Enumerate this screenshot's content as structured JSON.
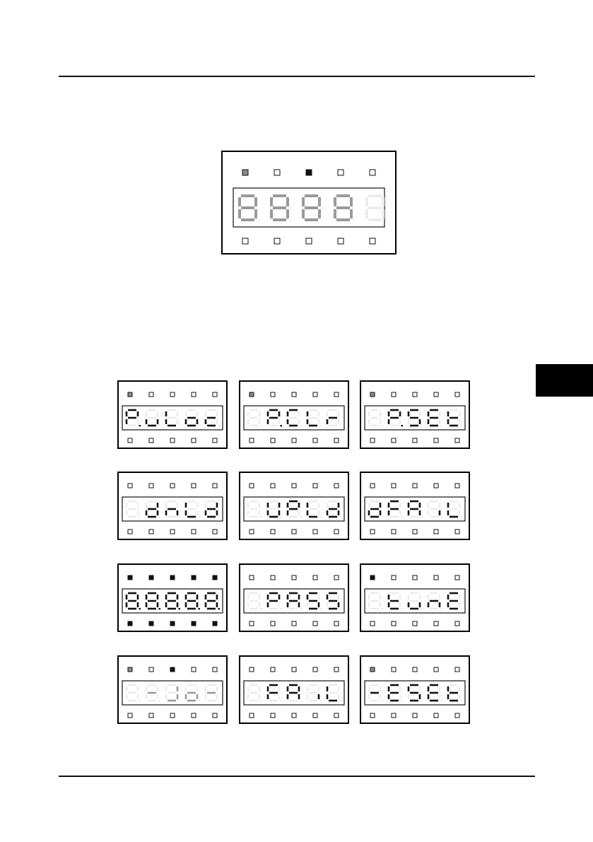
{
  "colors": {
    "led_off": "#ffffff",
    "led_on": "#111111",
    "led_dim": "#8a8a8a",
    "seg_on": "#111111",
    "seg_dim": "#9a9a9a",
    "seg_ghost": "#ececec"
  },
  "main_display": {
    "top_leds": [
      "dim",
      "off",
      "on",
      "off",
      "off"
    ],
    "bottom_leds": [
      "off",
      "off",
      "off",
      "off",
      "off"
    ],
    "digits": [
      {
        "char": "8",
        "level": "dim"
      },
      {
        "char": "8",
        "level": "dim"
      },
      {
        "char": "8",
        "level": "dim"
      },
      {
        "char": "8",
        "level": "dim"
      },
      {
        "char": "8",
        "level": "ghost"
      }
    ]
  },
  "displays": [
    {
      "top_leds": [
        "dim",
        "off",
        "off",
        "off",
        "off"
      ],
      "bottom_leds": [
        "off",
        "off",
        "off",
        "off",
        "off"
      ],
      "digits": [
        {
          "char": "P",
          "dp": true
        },
        {
          "char": "u"
        },
        {
          "char": "L"
        },
        {
          "char": "o"
        },
        {
          "char": "c"
        }
      ]
    },
    {
      "top_leds": [
        "dim",
        "off",
        "off",
        "off",
        "off"
      ],
      "bottom_leds": [
        "off",
        "off",
        "off",
        "off",
        "off"
      ],
      "digits": [
        {
          "char": " "
        },
        {
          "char": "P",
          "dp": true
        },
        {
          "char": "C"
        },
        {
          "char": "L"
        },
        {
          "char": "r"
        }
      ]
    },
    {
      "top_leds": [
        "dim",
        "off",
        "off",
        "off",
        "off"
      ],
      "bottom_leds": [
        "off",
        "off",
        "off",
        "off",
        "off"
      ],
      "digits": [
        {
          "char": " "
        },
        {
          "char": "P",
          "dp": true
        },
        {
          "char": "S"
        },
        {
          "char": "E"
        },
        {
          "char": "t"
        }
      ]
    },
    {
      "top_leds": [
        "off",
        "off",
        "off",
        "off",
        "off"
      ],
      "bottom_leds": [
        "off",
        "off",
        "off",
        "off",
        "off"
      ],
      "digits": [
        {
          "char": " "
        },
        {
          "char": "d"
        },
        {
          "char": "n"
        },
        {
          "char": "L"
        },
        {
          "char": "d"
        }
      ]
    },
    {
      "top_leds": [
        "off",
        "off",
        "off",
        "off",
        "off"
      ],
      "bottom_leds": [
        "off",
        "off",
        "off",
        "off",
        "off"
      ],
      "digits": [
        {
          "char": " "
        },
        {
          "char": "U"
        },
        {
          "char": "P"
        },
        {
          "char": "L"
        },
        {
          "char": "d"
        }
      ]
    },
    {
      "top_leds": [
        "off",
        "off",
        "off",
        "off",
        "off"
      ],
      "bottom_leds": [
        "off",
        "off",
        "off",
        "off",
        "off"
      ],
      "digits": [
        {
          "char": "d"
        },
        {
          "char": "F"
        },
        {
          "char": "A"
        },
        {
          "char": "i"
        },
        {
          "char": "L"
        }
      ]
    },
    {
      "top_leds": [
        "on",
        "on",
        "on",
        "on",
        "on"
      ],
      "bottom_leds": [
        "on",
        "on",
        "on",
        "on",
        "on"
      ],
      "digits": [
        {
          "char": "8",
          "dp": true
        },
        {
          "char": "8",
          "dp": true
        },
        {
          "char": "8",
          "dp": true
        },
        {
          "char": "8",
          "dp": true
        },
        {
          "char": "8",
          "dp": true
        }
      ]
    },
    {
      "top_leds": [
        "off",
        "off",
        "off",
        "off",
        "off"
      ],
      "bottom_leds": [
        "off",
        "off",
        "off",
        "off",
        "off"
      ],
      "digits": [
        {
          "char": " "
        },
        {
          "char": "P"
        },
        {
          "char": "A"
        },
        {
          "char": "S"
        },
        {
          "char": "S"
        }
      ]
    },
    {
      "top_leds": [
        "on",
        "off",
        "off",
        "off",
        "off"
      ],
      "bottom_leds": [
        "off",
        "off",
        "off",
        "off",
        "off"
      ],
      "digits": [
        {
          "char": " "
        },
        {
          "char": "t"
        },
        {
          "char": "u"
        },
        {
          "char": "n"
        },
        {
          "char": "E"
        }
      ]
    },
    {
      "top_leds": [
        "dim",
        "off",
        "on",
        "off",
        "off"
      ],
      "bottom_leds": [
        "off",
        "off",
        "off",
        "off",
        "off"
      ],
      "digits": [
        {
          "char": " "
        },
        {
          "char": "-",
          "level": "dim"
        },
        {
          "char": "1_",
          "level": "dim"
        },
        {
          "char": "o_",
          "level": "dim"
        },
        {
          "char": "-",
          "level": "dim"
        }
      ]
    },
    {
      "top_leds": [
        "off",
        "off",
        "off",
        "off",
        "off"
      ],
      "bottom_leds": [
        "off",
        "off",
        "off",
        "off",
        "off"
      ],
      "digits": [
        {
          "char": " "
        },
        {
          "char": "F"
        },
        {
          "char": "A"
        },
        {
          "char": "i"
        },
        {
          "char": "L"
        }
      ]
    },
    {
      "top_leds": [
        "dim",
        "off",
        "off",
        "off",
        "off"
      ],
      "bottom_leds": [
        "off",
        "off",
        "off",
        "off",
        "off"
      ],
      "digits": [
        {
          "char": "-"
        },
        {
          "char": "E"
        },
        {
          "char": "S"
        },
        {
          "char": "E"
        },
        {
          "char": "t"
        }
      ]
    }
  ]
}
